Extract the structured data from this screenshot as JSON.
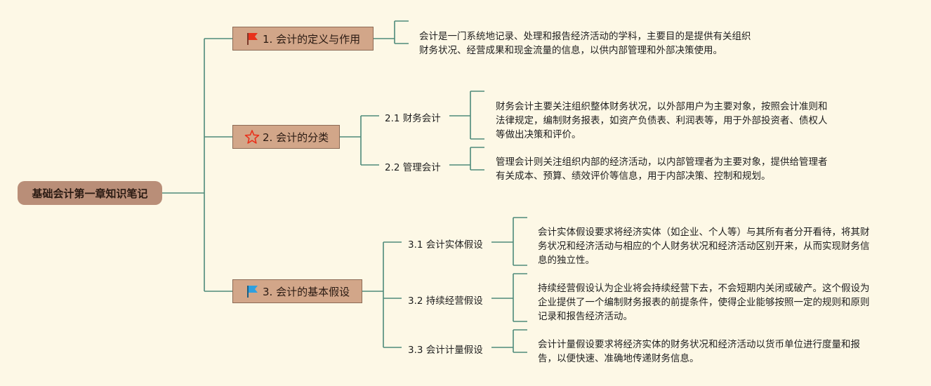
{
  "root": {
    "title": "基础会计第一章知识笔记"
  },
  "branches": [
    {
      "label": "1. 会计的定义与作用",
      "icon": "red-flag-icon",
      "note": [
        "会计是一门系统地记录、处理和报告经济活动的学科，主要目的是提供有关组织",
        "财务状况、经营成果和现金流量的信息，以供内部管理和外部决策使用。"
      ]
    },
    {
      "label": "2. 会计的分类",
      "icon": "star-outline-icon",
      "children": [
        {
          "label": "2.1 财务会计",
          "note": [
            "财务会计主要关注组织整体财务状况，以外部用户为主要对象，按照会计准则和",
            "法律规定，编制财务报表，如资产负债表、利润表等，用于外部投资者、债权人",
            "等做出决策和评价。"
          ]
        },
        {
          "label": "2.2 管理会计",
          "note": [
            "管理会计则关注组织内部的经济活动，以内部管理者为主要对象，提供给管理者",
            "有关成本、预算、绩效评价等信息，用于内部决策、控制和规划。"
          ]
        }
      ]
    },
    {
      "label": "3. 会计的基本假设",
      "icon": "blue-flag-icon",
      "children": [
        {
          "label": "3.1 会计实体假设",
          "note": [
            "会计实体假设要求将经济实体（如企业、个人等）与其所有者分开看待，将其财",
            "务状况和经济活动与相应的个人财务状况和经济活动区别开来，从而实现财务信",
            "息的独立性。"
          ]
        },
        {
          "label": "3.2 持续经营假设",
          "note": [
            "持续经营假设认为企业将会持续经营下去，不会短期内关闭或破产。这个假设为",
            "企业提供了一个编制财务报表的前提条件，使得企业能够按照一定的规则和原则",
            "记录和报告经济活动。"
          ]
        },
        {
          "label": "3.3 会计计量假设",
          "note": [
            "会计计量假设要求将经济实体的财务状况和经济活动以货币单位进行度量和报",
            "告，以便快速、准确地传递财务信息。"
          ]
        }
      ]
    }
  ],
  "colors": {
    "line": "#4e8a7a",
    "background": "#fdf8e6",
    "root": "#b98e78",
    "branch": "#d2a689",
    "red_flag": "#e8321c",
    "blue_flag": "#2ea0e0",
    "star": "#e8321c"
  }
}
